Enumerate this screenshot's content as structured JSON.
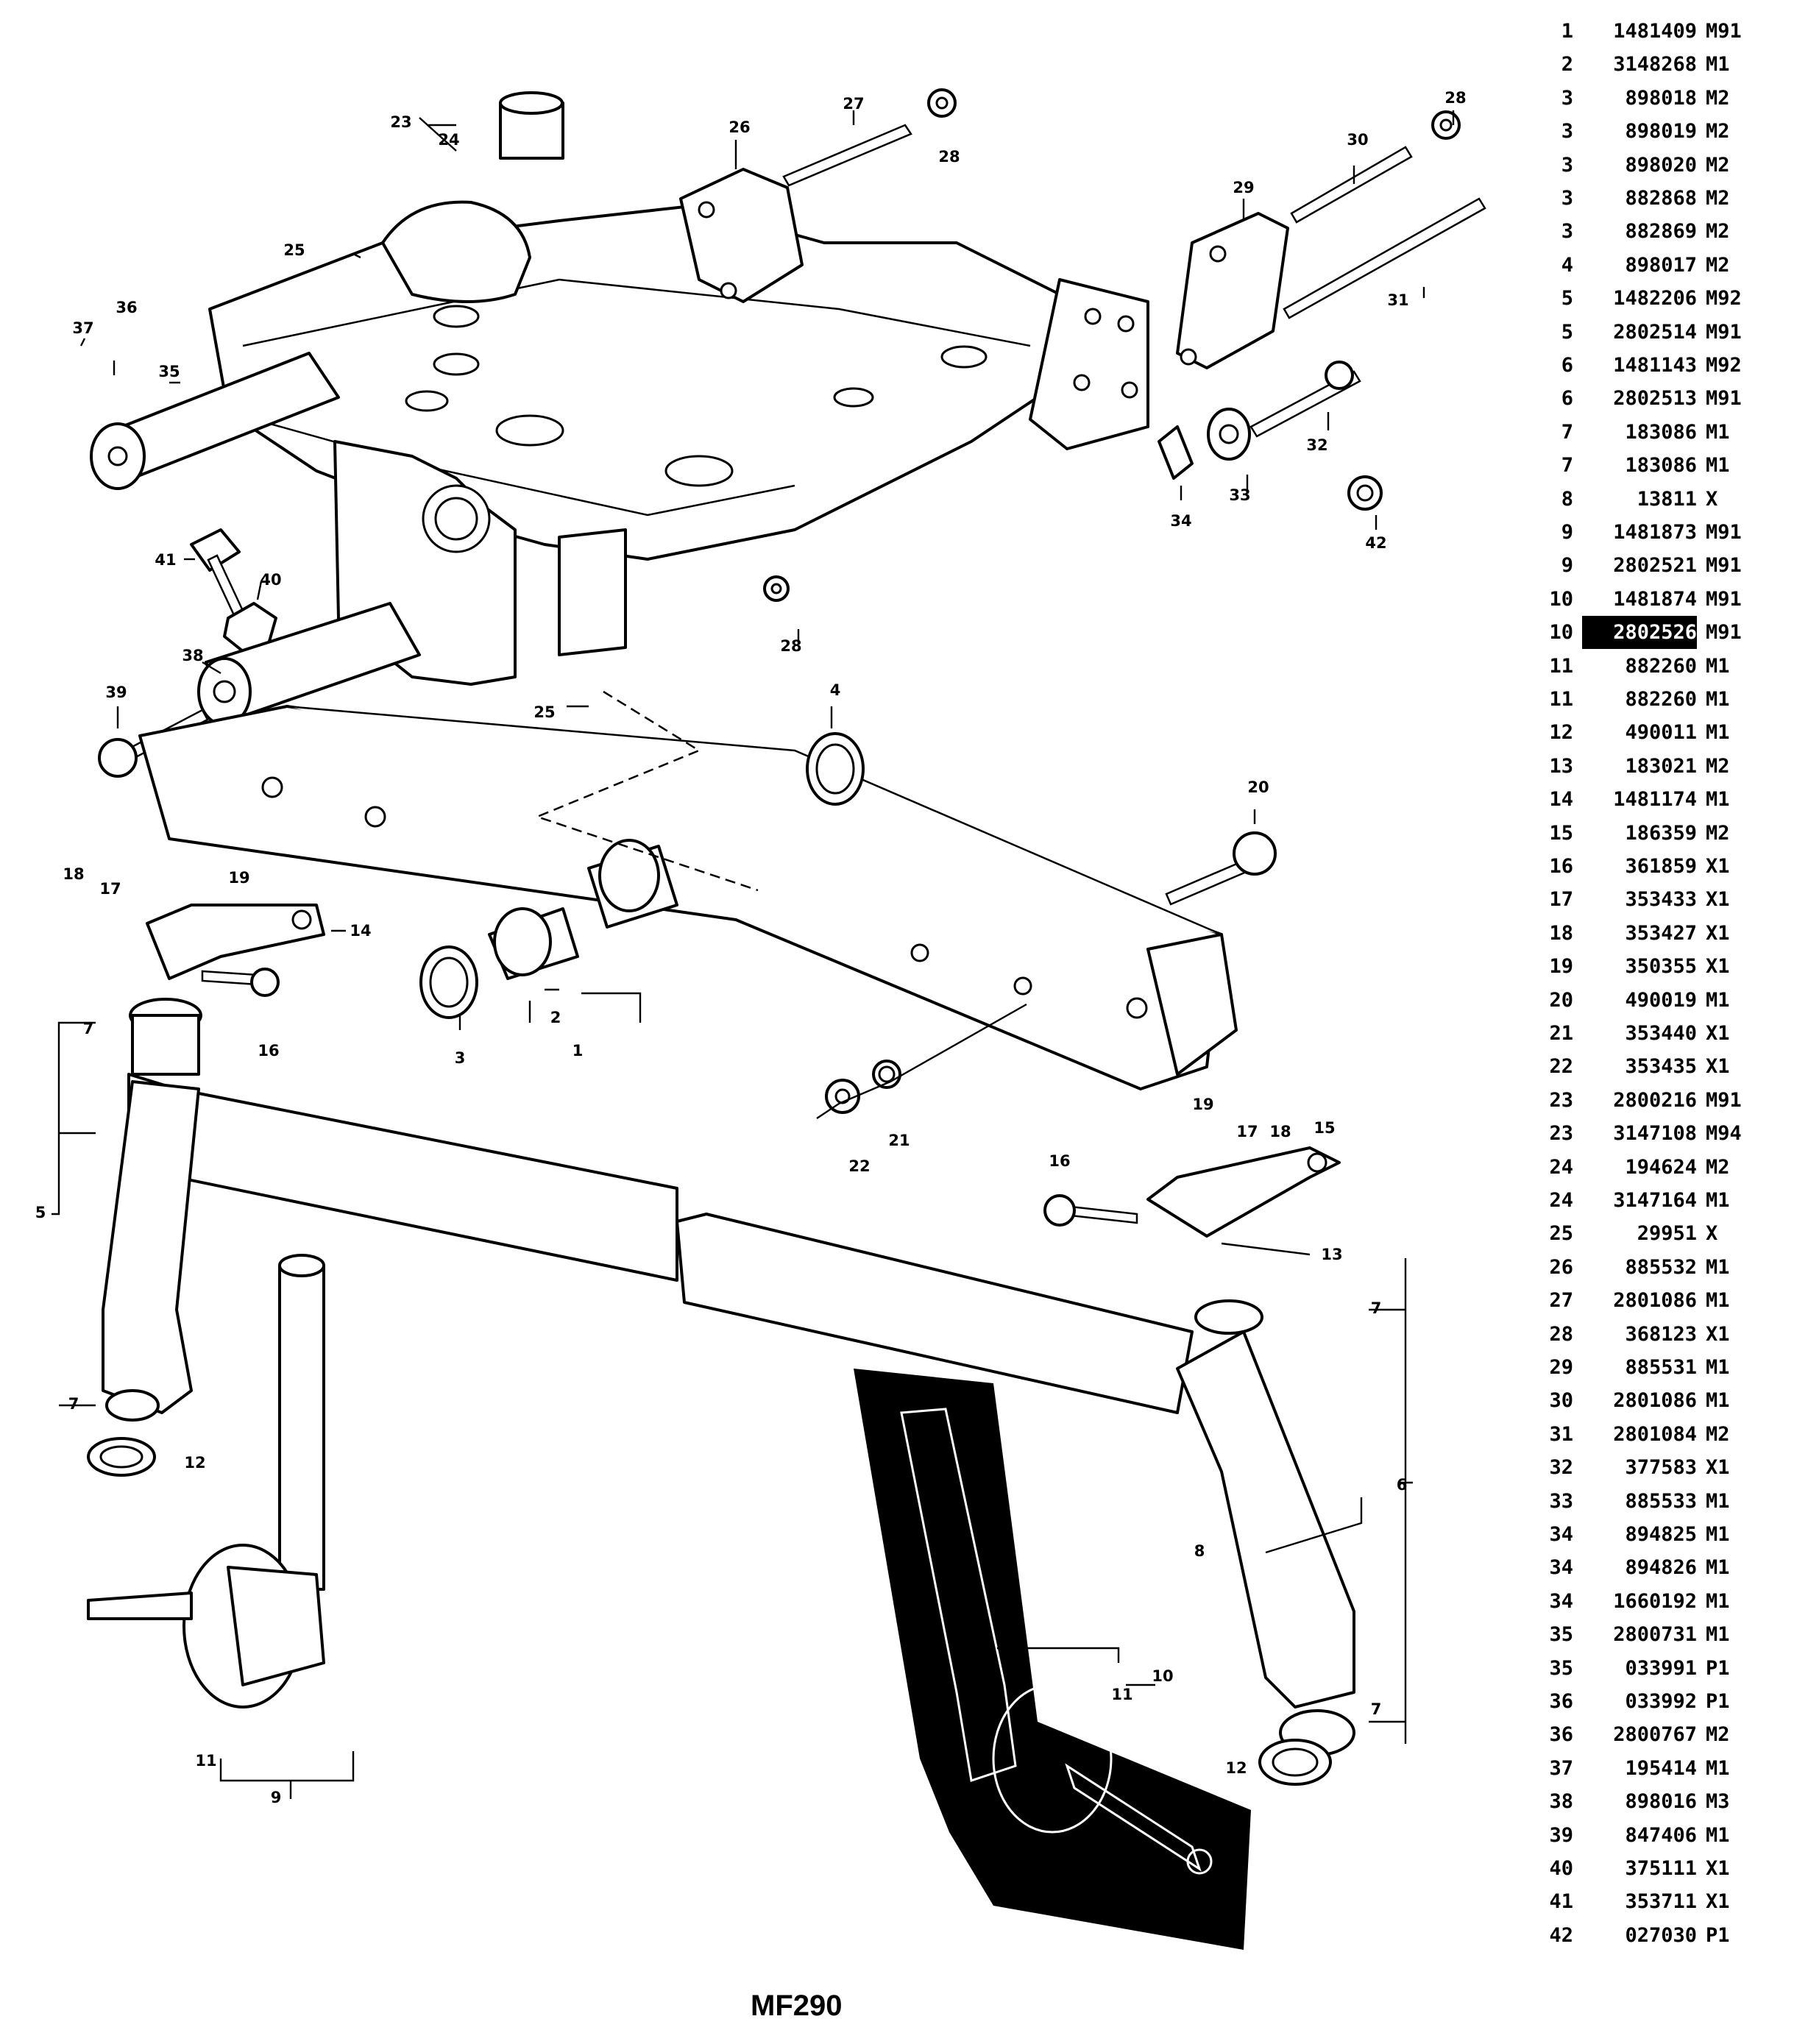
{
  "title": "MF290",
  "parts": [
    {
      "ref": "1",
      "part_no": "1481409",
      "code": "M91"
    },
    {
      "ref": "2",
      "part_no": "3148268",
      "code": "M1"
    },
    {
      "ref": "3",
      "part_no": "898018",
      "code": "M2"
    },
    {
      "ref": "3",
      "part_no": "898019",
      "code": "M2"
    },
    {
      "ref": "3",
      "part_no": "898020",
      "code": "M2"
    },
    {
      "ref": "3",
      "part_no": "882868",
      "code": "M2"
    },
    {
      "ref": "3",
      "part_no": "882869",
      "code": "M2"
    },
    {
      "ref": "4",
      "part_no": "898017",
      "code": "M2"
    },
    {
      "ref": "5",
      "part_no": "1482206",
      "code": "M92"
    },
    {
      "ref": "5",
      "part_no": "2802514",
      "code": "M91"
    },
    {
      "ref": "6",
      "part_no": "1481143",
      "code": "M92"
    },
    {
      "ref": "6",
      "part_no": "2802513",
      "code": "M91"
    },
    {
      "ref": "7",
      "part_no": "183086",
      "code": "M1"
    },
    {
      "ref": "7",
      "part_no": "183086",
      "code": "M1"
    },
    {
      "ref": "8",
      "part_no": "13811",
      "code": "X"
    },
    {
      "ref": "9",
      "part_no": "1481873",
      "code": "M91"
    },
    {
      "ref": "9",
      "part_no": "2802521",
      "code": "M91"
    },
    {
      "ref": "10",
      "part_no": "1481874",
      "code": "M91"
    },
    {
      "ref": "10",
      "part_no": "2802526",
      "code": "M91",
      "highlight": true
    },
    {
      "ref": "11",
      "part_no": "882260",
      "code": "M1"
    },
    {
      "ref": "11",
      "part_no": "882260",
      "code": "M1"
    },
    {
      "ref": "12",
      "part_no": "490011",
      "code": "M1"
    },
    {
      "ref": "13",
      "part_no": "183021",
      "code": "M2"
    },
    {
      "ref": "14",
      "part_no": "1481174",
      "code": "M1"
    },
    {
      "ref": "15",
      "part_no": "186359",
      "code": "M2"
    },
    {
      "ref": "16",
      "part_no": "361859",
      "code": "X1"
    },
    {
      "ref": "17",
      "part_no": "353433",
      "code": "X1"
    },
    {
      "ref": "18",
      "part_no": "353427",
      "code": "X1"
    },
    {
      "ref": "19",
      "part_no": "350355",
      "code": "X1"
    },
    {
      "ref": "20",
      "part_no": "490019",
      "code": "M1"
    },
    {
      "ref": "21",
      "part_no": "353440",
      "code": "X1"
    },
    {
      "ref": "22",
      "part_no": "353435",
      "code": "X1"
    },
    {
      "ref": "23",
      "part_no": "2800216",
      "code": "M91"
    },
    {
      "ref": "23",
      "part_no": "3147108",
      "code": "M94"
    },
    {
      "ref": "24",
      "part_no": "194624",
      "code": "M2"
    },
    {
      "ref": "24",
      "part_no": "3147164",
      "code": "M1"
    },
    {
      "ref": "25",
      "part_no": "29951",
      "code": "X"
    },
    {
      "ref": "26",
      "part_no": "885532",
      "code": "M1"
    },
    {
      "ref": "27",
      "part_no": "2801086",
      "code": "M1"
    },
    {
      "ref": "28",
      "part_no": "368123",
      "code": "X1"
    },
    {
      "ref": "29",
      "part_no": "885531",
      "code": "M1"
    },
    {
      "ref": "30",
      "part_no": "2801086",
      "code": "M1"
    },
    {
      "ref": "31",
      "part_no": "2801084",
      "code": "M2"
    },
    {
      "ref": "32",
      "part_no": "377583",
      "code": "X1"
    },
    {
      "ref": "33",
      "part_no": "885533",
      "code": "M1"
    },
    {
      "ref": "34",
      "part_no": "894825",
      "code": "M1"
    },
    {
      "ref": "34",
      "part_no": "894826",
      "code": "M1"
    },
    {
      "ref": "34",
      "part_no": "1660192",
      "code": "M1"
    },
    {
      "ref": "35",
      "part_no": "2800731",
      "code": "M1"
    },
    {
      "ref": "35",
      "part_no": "033991",
      "code": "P1"
    },
    {
      "ref": "36",
      "part_no": "033992",
      "code": "P1"
    },
    {
      "ref": "36",
      "part_no": "2800767",
      "code": "M2"
    },
    {
      "ref": "37",
      "part_no": "195414",
      "code": "M1"
    },
    {
      "ref": "38",
      "part_no": "898016",
      "code": "M3"
    },
    {
      "ref": "39",
      "part_no": "847406",
      "code": "M1"
    },
    {
      "ref": "40",
      "part_no": "375111",
      "code": "X1"
    },
    {
      "ref": "41",
      "part_no": "353711",
      "code": "X1"
    },
    {
      "ref": "42",
      "part_no": "027030",
      "code": "P1"
    }
  ],
  "callouts": [
    "1",
    "2",
    "3",
    "4",
    "5",
    "6",
    "7",
    "7",
    "7",
    "7",
    "8",
    "9",
    "10",
    "11",
    "11",
    "12",
    "12",
    "13",
    "14",
    "15",
    "16",
    "16",
    "17",
    "17",
    "18",
    "18",
    "19",
    "19",
    "20",
    "21",
    "22",
    "23",
    "24",
    "25",
    "25",
    "26",
    "27",
    "28",
    "28",
    "28",
    "29",
    "30",
    "31",
    "32",
    "33",
    "34",
    "35",
    "36",
    "37",
    "38",
    "39",
    "40",
    "41",
    "42"
  ]
}
